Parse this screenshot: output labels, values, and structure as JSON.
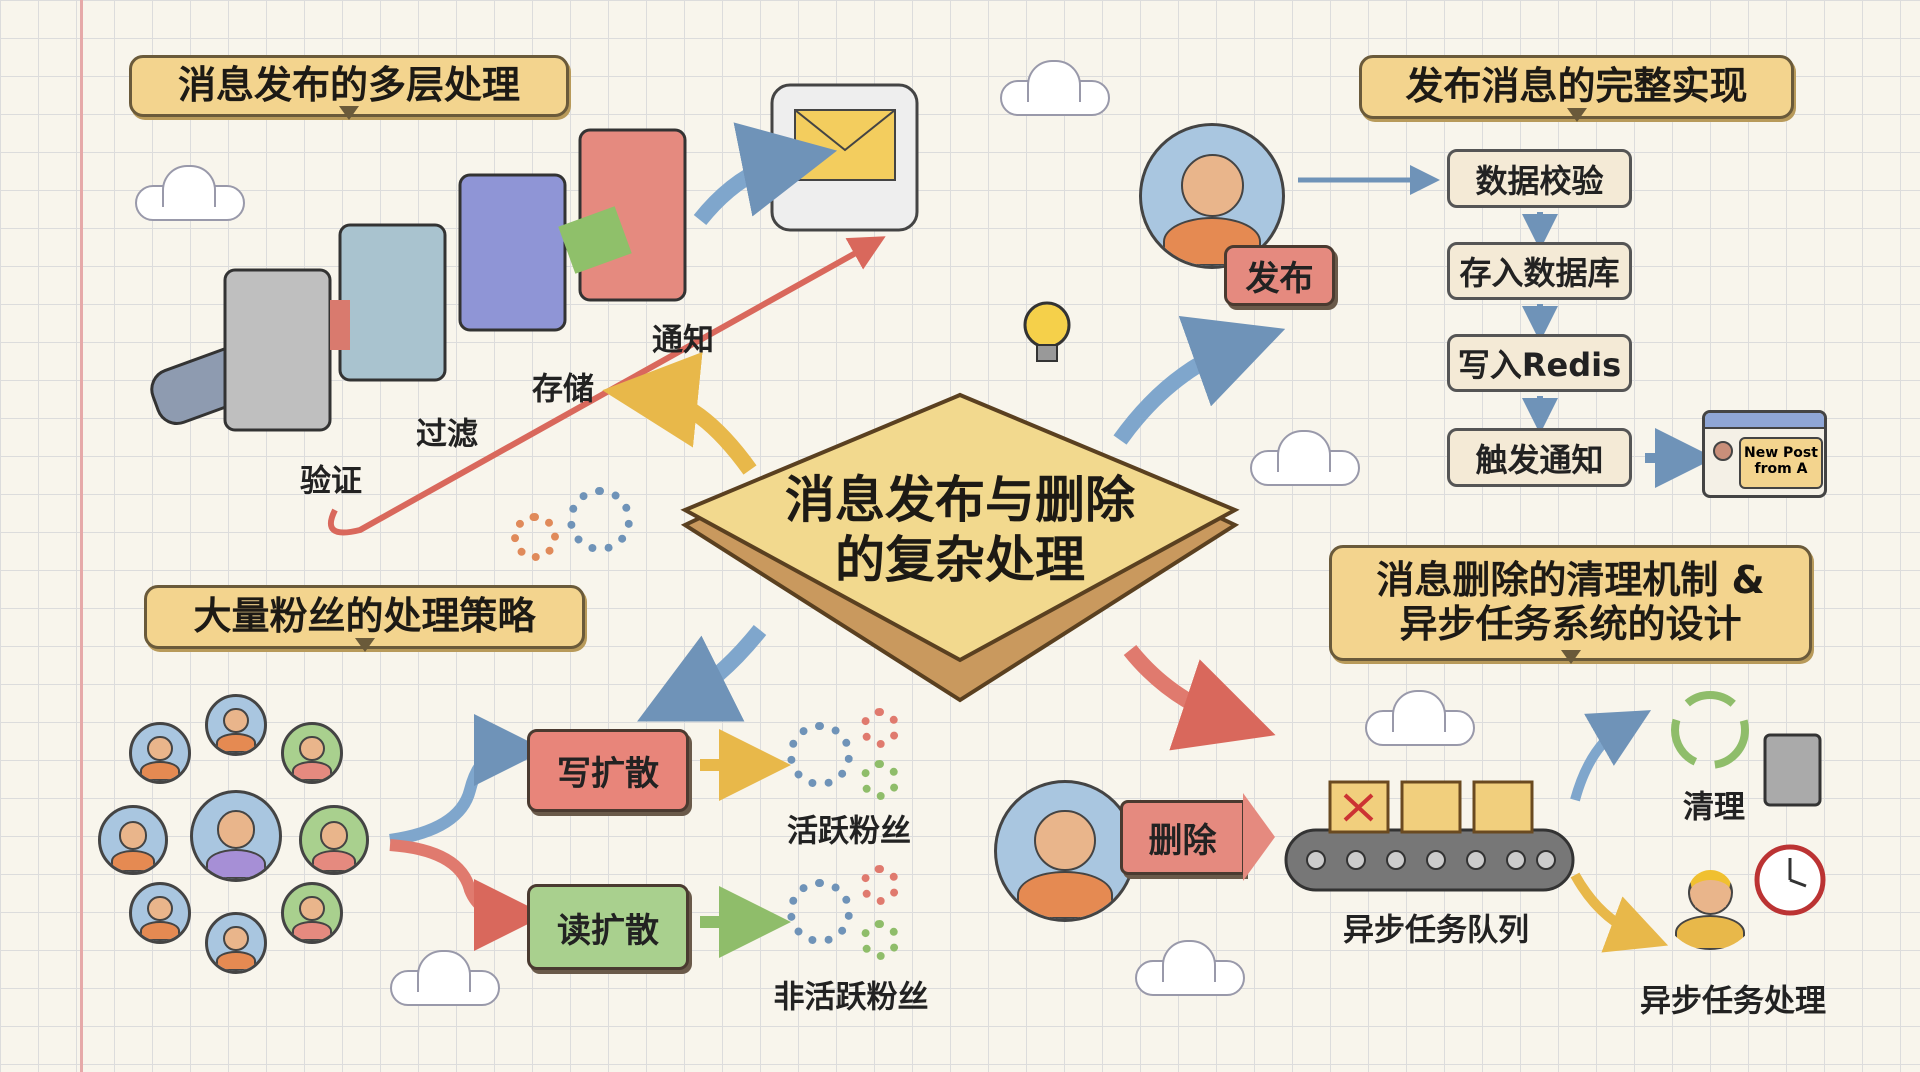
{
  "center_title": {
    "line1": "消息发布与删除",
    "line2": "的复杂处理"
  },
  "sections": {
    "multi_layer": "消息发布的多层处理",
    "full_impl": "发布消息的完整实现",
    "fans": "大量粉丝的处理策略",
    "delete_line1": "消息删除的清理机制 &",
    "delete_line2": "异步任务系统的设计"
  },
  "pipeline": {
    "verify": "验证",
    "filter": "过滤",
    "store": "存储",
    "notify": "通知"
  },
  "publish": {
    "button": "发布",
    "steps": [
      "数据校验",
      "存入数据库",
      "写入Redis",
      "触发通知"
    ],
    "notification": {
      "line1": "New Post",
      "line2": "from A"
    }
  },
  "fans": {
    "push": "写扩散",
    "pull": "读扩散",
    "active": "活跃粉丝",
    "inactive": "非活跃粉丝"
  },
  "delete": {
    "button": "删除",
    "queue": "异步任务队列",
    "cleanup": "清理",
    "worker": "异步任务处理"
  },
  "colors": {
    "bubble": "#f3d48e",
    "push": "#e8857a",
    "pull": "#a9d08e",
    "arrow_blue": "#7fa6cc",
    "arrow_red": "#e07a6e"
  }
}
